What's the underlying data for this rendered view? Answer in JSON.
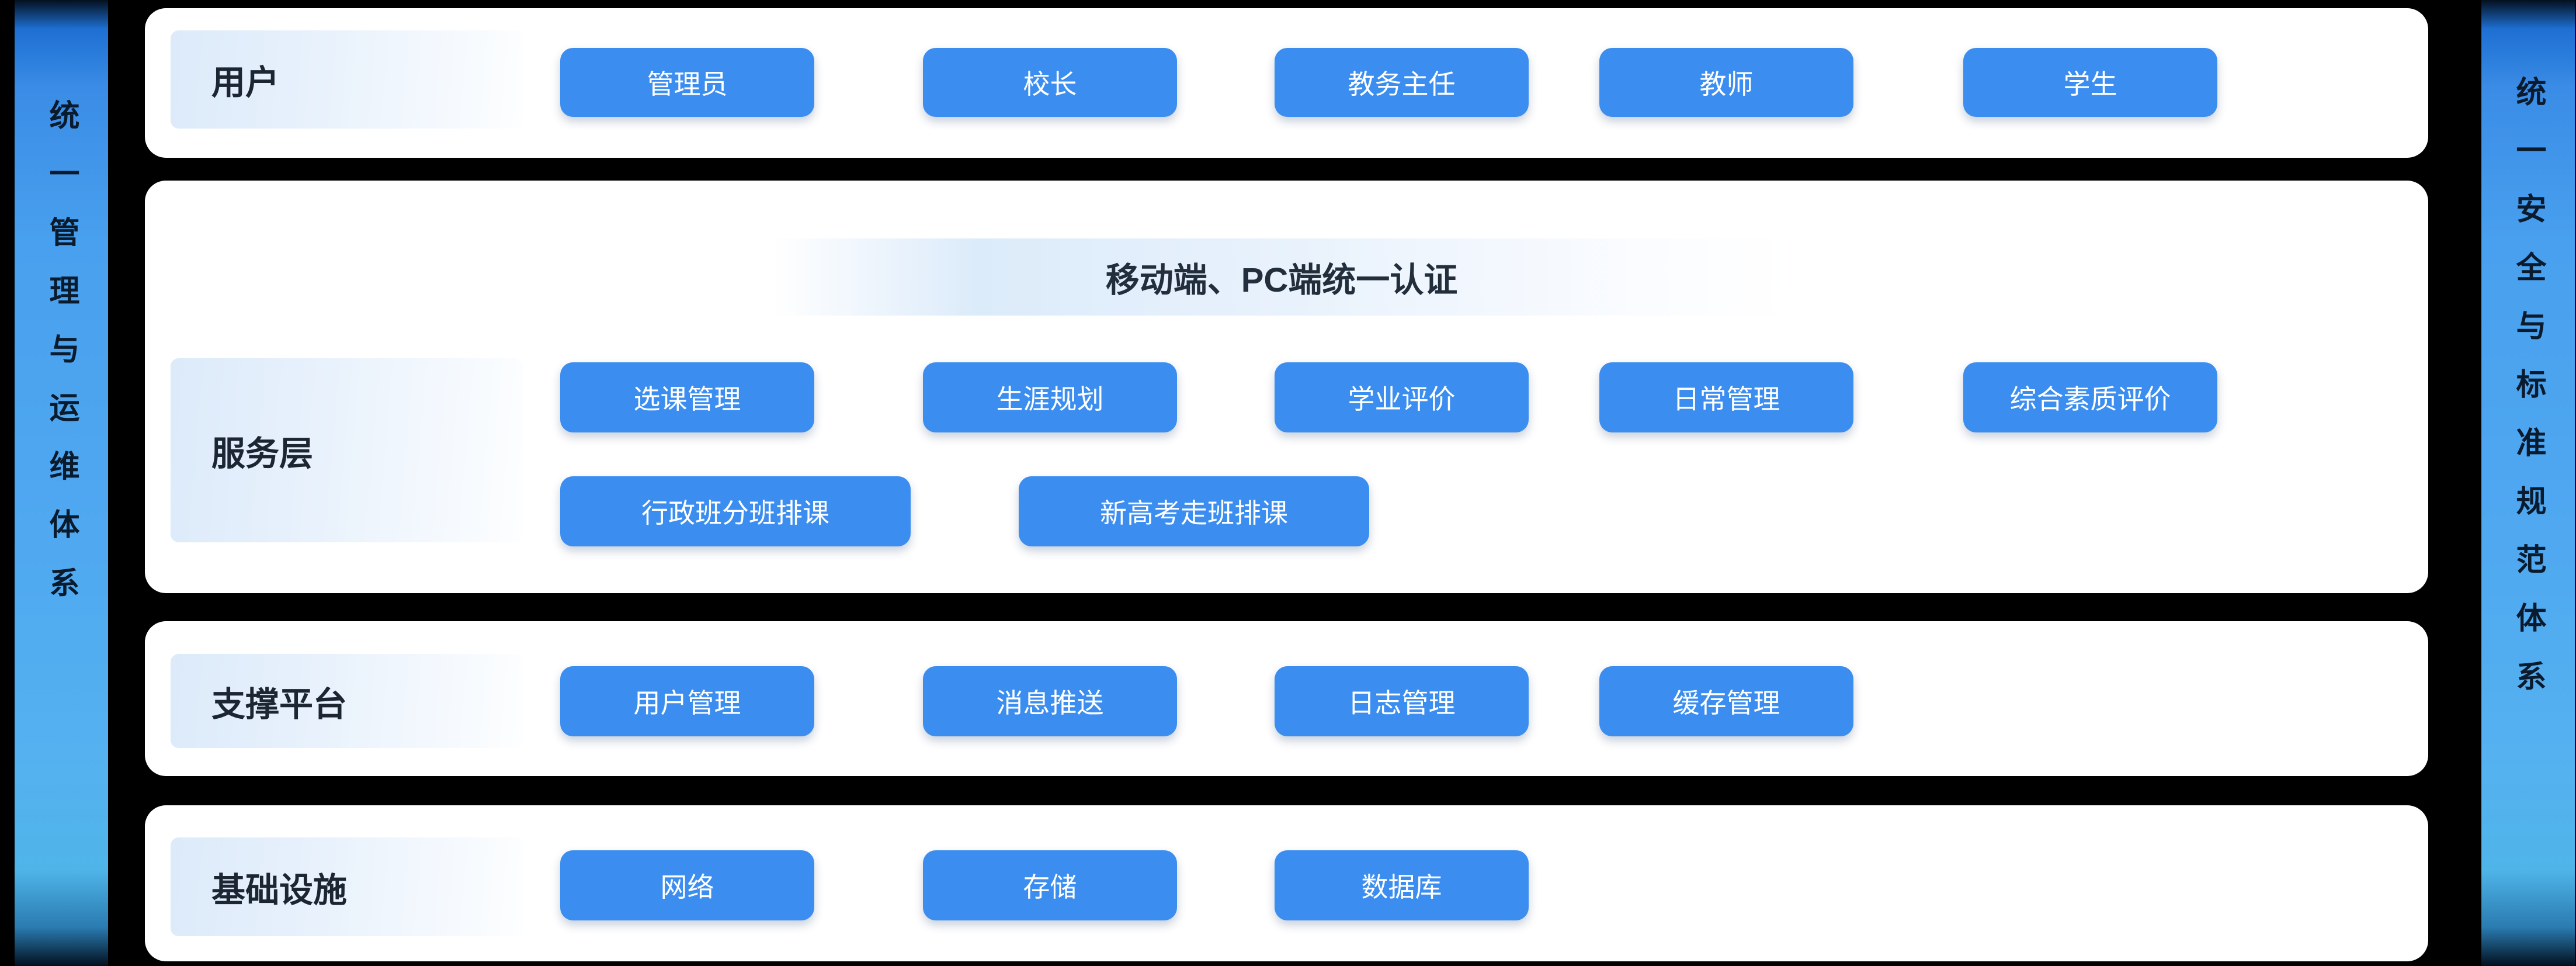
{
  "ribbons": {
    "left": {
      "text": "统一管理与运维体系"
    },
    "right": {
      "text": "统一安全与标准规范体系"
    }
  },
  "layers": {
    "users": {
      "label": "用户",
      "buttons": [
        "管理员",
        "校长",
        "教务主任",
        "教师",
        "学生"
      ]
    },
    "service": {
      "label": "服务层",
      "banner": "移动端、PC端统一认证",
      "row1": [
        "选课管理",
        "生涯规划",
        "学业评价",
        "日常管理",
        "综合素质评价"
      ],
      "row2": [
        "行政班分班排课",
        "新高考走班排课"
      ]
    },
    "support": {
      "label": "支撑平台",
      "buttons": [
        "用户管理",
        "消息推送",
        "日志管理",
        "缓存管理"
      ]
    },
    "infra": {
      "label": "基础设施",
      "buttons": [
        "网络",
        "存储",
        "数据库"
      ]
    }
  },
  "colors": {
    "background": "#000000",
    "button_blue": "#3b8ef0",
    "ribbon_blue_top": "#1e6fd2",
    "ribbon_blue_mid": "#4fa8f0",
    "label_gradient_start": "#dceafa",
    "text_dark": "#1c2633"
  }
}
